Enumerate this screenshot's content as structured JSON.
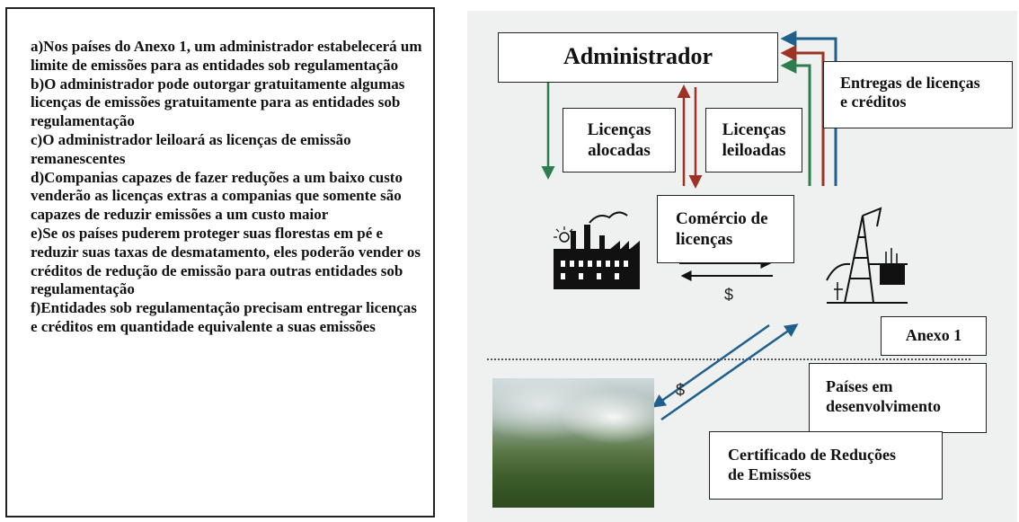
{
  "text_panel": {
    "items": [
      "a)Nos países do Anexo 1, um administrador estabelecerá um limite de emissões para as entidades sob regulamentação",
      "b)O administrador pode outorgar gratuitamente algumas licenças de emissões gratuitamente para as entidades sob regulamentação",
      "c)O administrador leiloará as licenças de emissão remanescentes",
      "d)Companias capazes de fazer reduções a um baixo custo venderão as licenças extras a companias que somente são capazes de reduzir emissões a um custo maior",
      "e)Se os países puderem proteger suas florestas em pé e reduzir suas taxas de desmatamento, eles poderão vender os créditos de redução de emissão para outras entidades sob regulamentação",
      "f)Entidades sob regulamentação precisam entregar licenças e créditos em quantidade equivalente a suas emissões"
    ]
  },
  "diagram": {
    "administrator": "Administrador",
    "deliveries": [
      "Entregas de licenças",
      "e créditos"
    ],
    "allocated": [
      "Licenças",
      "alocadas"
    ],
    "auctioned": [
      "Licenças",
      "leiloadas"
    ],
    "trade": [
      "Comércio de",
      "licenças"
    ],
    "dollar": "$",
    "annex1": "Anexo 1",
    "developing": [
      "Países em",
      "desenvolvimento"
    ],
    "certificate": [
      "Certificado de Reduções",
      "de Emissões"
    ]
  },
  "colors": {
    "green_arrow": "#2e7d4f",
    "red_arrow": "#9c3326",
    "blue_arrow": "#1f5f8b"
  }
}
